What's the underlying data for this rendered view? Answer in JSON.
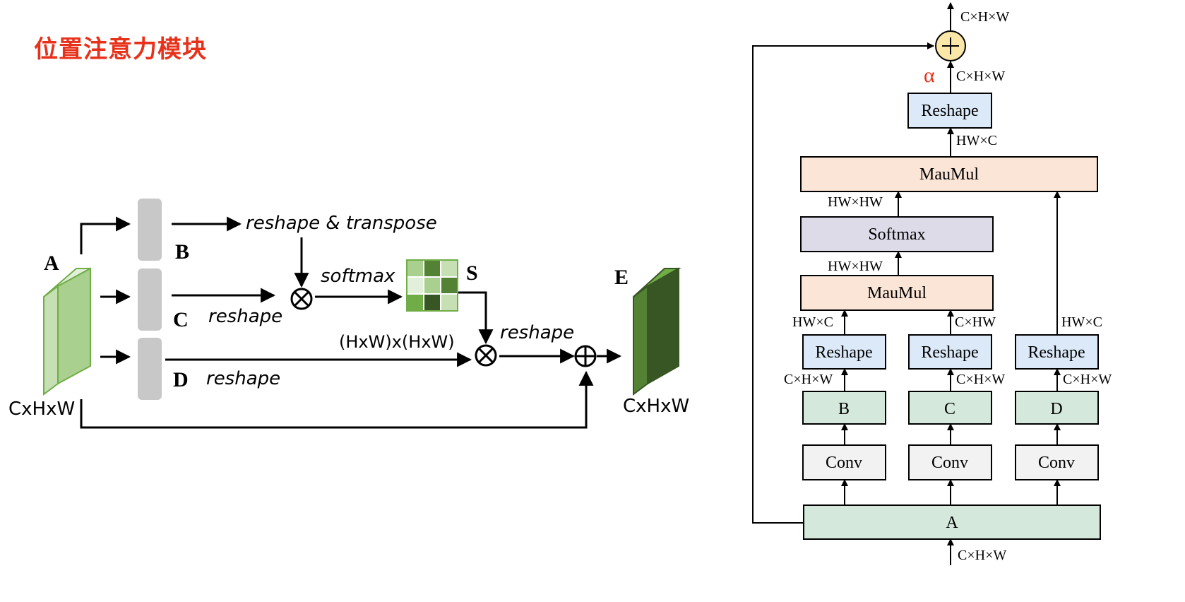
{
  "title": "位置注意力模块",
  "left_diagram": {
    "input_label": "A",
    "input_dims": "CxHxW",
    "branch_b": "B",
    "branch_c": "C",
    "branch_d": "D",
    "reshape_transpose": "reshape & transpose",
    "reshape_c": "reshape",
    "reshape_d": "reshape",
    "softmax": "softmax",
    "attention_label": "S",
    "attention_dims": "(HxW)x(HxW)",
    "reshape_out": "reshape",
    "output_label": "E",
    "output_dims": "CxHxW",
    "colors": {
      "light_green": "#a9d08e",
      "dark_green": "#4e7f34",
      "gray_block": "#c8c8c8"
    }
  },
  "right_diagram": {
    "top_dims": "C×H×W",
    "alpha": "α",
    "alpha_dims": "C×H×W",
    "reshape_top": "Reshape",
    "hwc_top": "HW×C",
    "maumul_top": "MauMul",
    "hwhw_1": "HW×HW",
    "softmax": "Softmax",
    "hwhw_2": "HW×HW",
    "maumul_mid": "MauMul",
    "hwc_b": "HW×C",
    "chw_c": "C×HW",
    "hwc_d": "HW×C",
    "reshape_b": "Reshape",
    "reshape_c": "Reshape",
    "reshape_d": "Reshape",
    "chw_b": "C×H×W",
    "chw_c2": "C×H×W",
    "chw_d": "C×H×W",
    "block_b": "B",
    "block_c": "C",
    "block_d": "D",
    "conv_b": "Conv",
    "conv_c": "Conv",
    "conv_d": "Conv",
    "block_a": "A",
    "input_dims": "C×H×W",
    "colors": {
      "reshape": "#dbe9f8",
      "maumul": "#fbe5d6",
      "softmax": "#dddbe8",
      "green_block": "#d4e9dc",
      "conv": "#f2f2f2",
      "plus": "#fbe7a8",
      "alpha": "#e8311a"
    }
  }
}
